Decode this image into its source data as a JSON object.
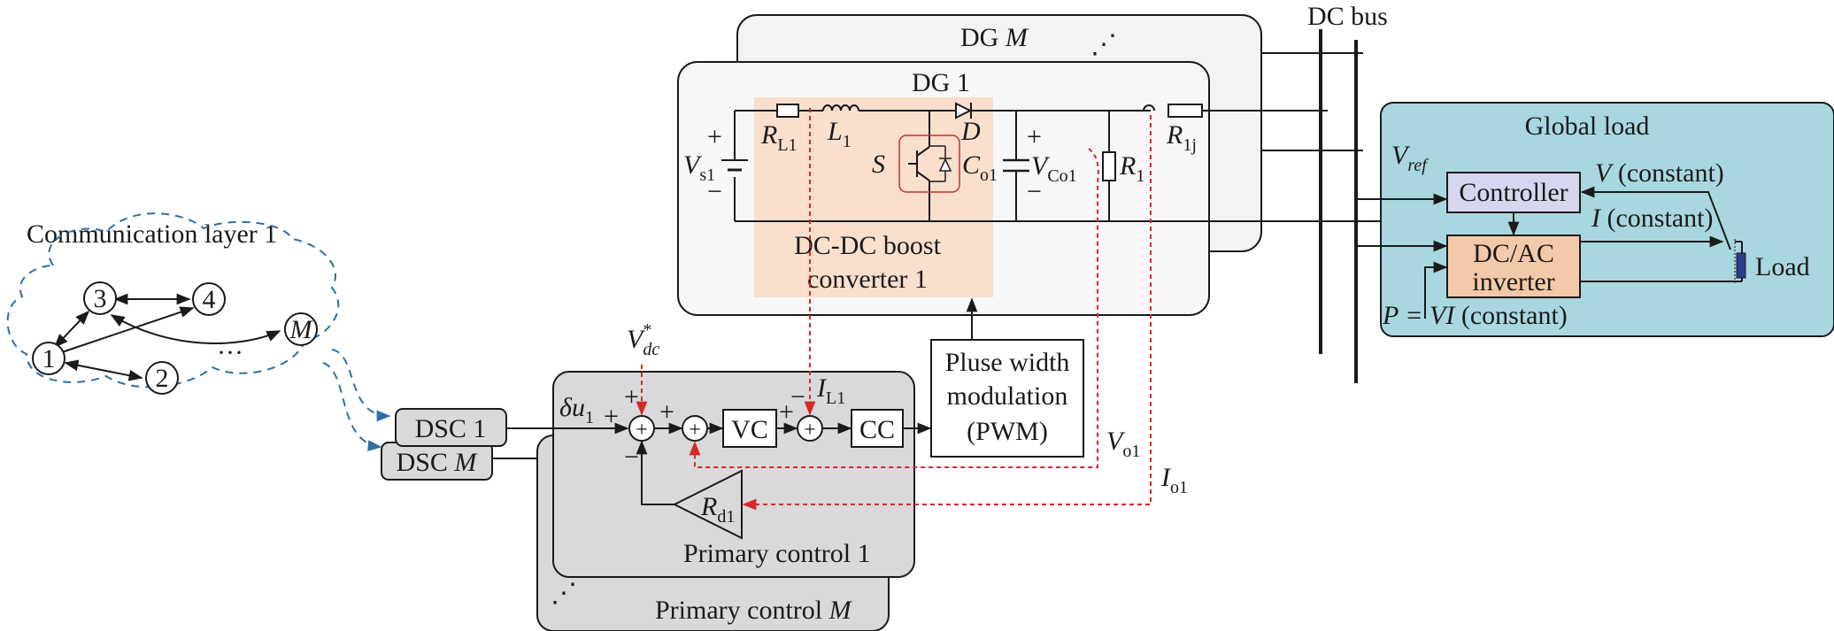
{
  "comm_layer": {
    "title": "Communication layer 1",
    "nodes": [
      "1",
      "2",
      "3",
      "4",
      "M"
    ],
    "ellipsis": "···"
  },
  "dsc": {
    "dsc1": "DSC 1",
    "dscM_prefix": "DSC ",
    "dscM_var": "M"
  },
  "dg": {
    "dg1_title": "DG 1",
    "dgM_prefix": "DG ",
    "dgM_var": "M",
    "dots": "⋰"
  },
  "converter": {
    "title_line1": "DC-DC boost",
    "title_line2": "converter 1",
    "Vs": "V",
    "Vs_sub": "s1",
    "RL": "R",
    "RL_sub": "L1",
    "L": "L",
    "L_sub": "1",
    "D": "D",
    "S": "S",
    "Co": "C",
    "Co_sub": "o1",
    "VCo": "V",
    "VCo_sub": "Co1",
    "R1": "R",
    "R1_sub": "1",
    "R1j": "R",
    "R1j_sub": "1j",
    "plus": "+",
    "minus": "−"
  },
  "pwm": {
    "line1": "Pluse width",
    "line2": "modulation",
    "line3": "(PWM)"
  },
  "primary": {
    "title1": "Primary control 1",
    "titleM_prefix": "Primary control ",
    "titleM_var": "M",
    "vc": "VC",
    "cc": "CC",
    "Vdc": "V",
    "Vdc_sub": "dc",
    "Vdc_sup": "*",
    "du": "δu",
    "du_sub": "1",
    "IL": "I",
    "IL_sub": "L1",
    "Vo": "V",
    "Vo_sub": "o1",
    "Io": "I",
    "Io_sub": "o1",
    "Rd": "R",
    "Rd_sub": "d1",
    "dots": "⋰",
    "sum_glyph": "+"
  },
  "dc_bus": {
    "label": "DC bus"
  },
  "global_load": {
    "title": "Global load",
    "controller": "Controller",
    "inverter_line1": "DC/AC",
    "inverter_line2": "inverter",
    "Vref": "V",
    "Vref_sub": "ref",
    "V_const_var": "V",
    "V_const_text": " (constant)",
    "I_const_var": "I",
    "I_const_text": " (constant)",
    "P_const": "P = VI",
    "P_const_text": " (constant)",
    "load": "Load"
  },
  "colors": {
    "converter_bg": "#f9dcc6",
    "controller_bg": "#d6d6ee",
    "inverter_bg": "#f4c9a9",
    "global_bg": "#a9d7df",
    "primary_bg": "#d9d9db",
    "dg_bg": "#f3f3f5",
    "signal": "#d62828",
    "comm": "#2f6ea3"
  }
}
